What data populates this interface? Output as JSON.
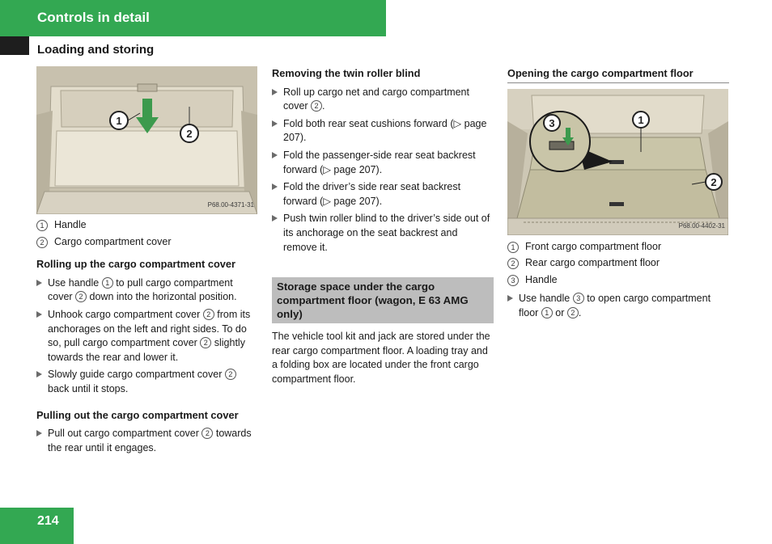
{
  "header": {
    "chapter": "Controls in detail",
    "section": "Loading and storing"
  },
  "page_number": "214",
  "col1": {
    "photo_code": "P68.00-4371-31",
    "legend": [
      {
        "num": "1",
        "label": "Handle"
      },
      {
        "num": "2",
        "label": "Cargo compartment cover"
      }
    ],
    "rolling_up": {
      "heading": "Rolling up the cargo compartment cover",
      "step1": {
        "a": "Use handle ",
        "n1": "1",
        "b": " to pull cargo compartment cover ",
        "n2": "2",
        "c": " down into the horizontal position."
      },
      "step2": {
        "a": "Unhook cargo compartment cover ",
        "n1": "2",
        "b": " from its anchorages on the left and right sides. To do so, pull cargo compartment cover ",
        "n2": "2",
        "c": " slightly towards the rear and lower it."
      },
      "step3": {
        "a": "Slowly guide cargo compartment cover ",
        "n1": "2",
        "b": " back until it stops."
      }
    },
    "pulling_out": {
      "heading": "Pulling out the cargo compartment cover",
      "step1": {
        "a": "Pull out cargo compartment cover ",
        "n1": "2",
        "b": " towards the rear until it engages."
      }
    }
  },
  "col2": {
    "removing": {
      "heading": "Removing the twin roller blind",
      "step1": {
        "a": "Roll up cargo net and cargo compartment cover ",
        "n1": "2",
        "b": "."
      },
      "step2": {
        "a": "Fold both rear seat cushions forward (",
        "sym": "▷",
        "b": " page 207)."
      },
      "step3": {
        "a": "Fold the passenger-side rear seat backrest forward (",
        "sym": "▷",
        "b": " page 207)."
      },
      "step4": {
        "a": "Fold the driver’s side rear seat backrest forward (",
        "sym": "▷",
        "b": " page 207)."
      },
      "step5": {
        "a": "Push twin roller blind to the driver’s side out of its anchorage on the seat backrest and remove it."
      }
    },
    "storage": {
      "heading": "Storage space under the cargo compartment floor (wagon, E 63 AMG only)",
      "body": "The vehicle tool kit and jack are stored under the rear cargo compartment floor. A loading tray and a folding box are located under the front cargo compartment floor."
    }
  },
  "col3": {
    "heading": "Opening the cargo compartment floor",
    "photo_code": "P68.00-4402-31",
    "legend": [
      {
        "num": "1",
        "label": "Front cargo compartment floor"
      },
      {
        "num": "2",
        "label": "Rear cargo compartment floor"
      },
      {
        "num": "3",
        "label": "Handle"
      }
    ],
    "step1": {
      "a": "Use handle ",
      "n1": "3",
      "b": " to open cargo compartment floor ",
      "n2": "1",
      "c": " or ",
      "n3": "2",
      "d": "."
    }
  }
}
